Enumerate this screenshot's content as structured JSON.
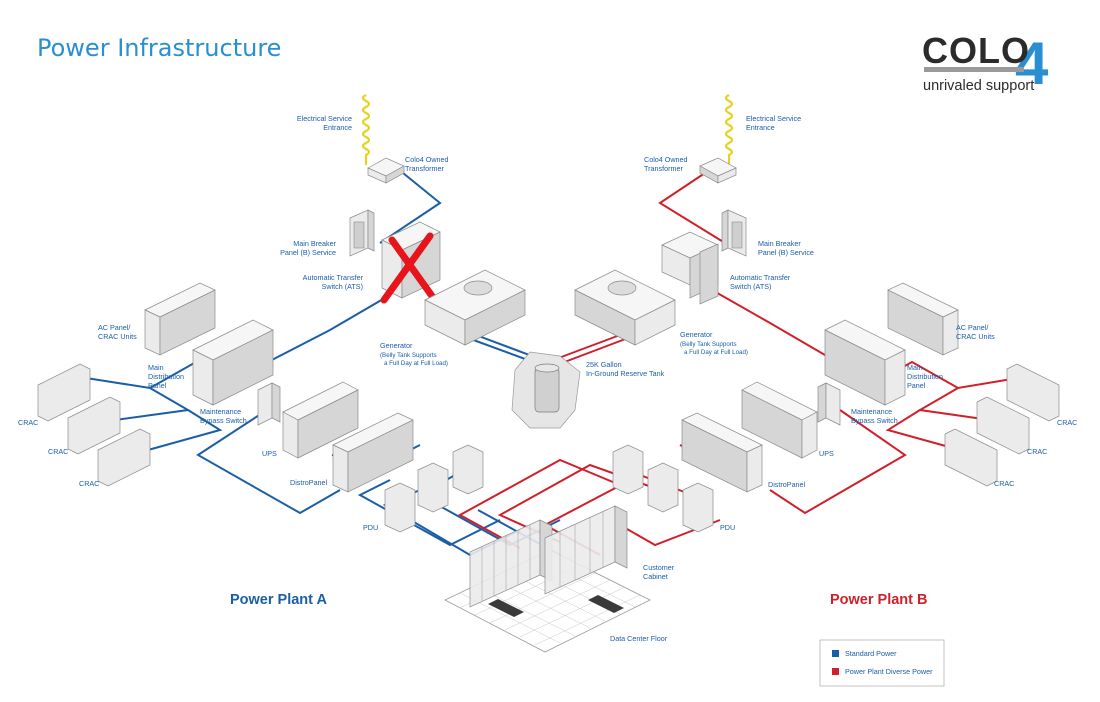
{
  "title": "Power Infrastructure",
  "logo": {
    "word": "COLO",
    "digit": "4",
    "tagline": "unrivaled support"
  },
  "colors": {
    "standard": "#1b5ea8",
    "diverse": "#d0202a",
    "title": "#2a8fd0",
    "failure_mark": "#e8141b"
  },
  "plant_a": {
    "name": "Power Plant A",
    "service_entrance": [
      "Electrical Service",
      "Entrance"
    ],
    "transformer": [
      "Colo4 Owned",
      "Transformer"
    ],
    "main_breaker": [
      "Main Breaker",
      "Panel (B) Service"
    ],
    "ats": [
      "Automatic Transfer",
      "Switch (ATS)"
    ],
    "generator": [
      "Generator",
      "(Belly Tank Supports",
      "a Full Day at Full Load)"
    ],
    "ac_panel": [
      "AC Panel/",
      "CRAC Units"
    ],
    "main_distribution": [
      "Main",
      "Distribution",
      "Panel"
    ],
    "maintenance_bypass": [
      "Maintenance",
      "Bypass Switch"
    ],
    "ups": "UPS",
    "distro_panel": "DistroPanel",
    "pdu": "PDU",
    "crac": [
      "CRAC",
      "CRAC",
      "CRAC"
    ]
  },
  "plant_b": {
    "name": "Power Plant B",
    "service_entrance": [
      "Electrical Service",
      "Entrance"
    ],
    "transformer": [
      "Colo4 Owned",
      "Transformer"
    ],
    "main_breaker": [
      "Main Breaker",
      "Panel (B) Service"
    ],
    "ats": [
      "Automatic Transfer",
      "Switch (ATS)"
    ],
    "generator": [
      "Generator",
      "(Belly Tank Supports",
      "a Full Day at Full Load)"
    ],
    "ac_panel": [
      "AC Panel/",
      "CRAC Units"
    ],
    "main_distribution": [
      "Main",
      "Distribution",
      "Panel"
    ],
    "maintenance_bypass": [
      "Maintenance",
      "Bypass Switch"
    ],
    "ups": "UPS",
    "distro_panel": "DistroPanel",
    "pdu": "PDU",
    "crac": [
      "CRAC",
      "CRAC",
      "CRAC"
    ]
  },
  "reserve_tank": [
    "25K Gallon",
    "In-Ground Reserve Tank"
  ],
  "customer_cabinet": [
    "Customer",
    "Cabinet"
  ],
  "data_center_floor": "Data Center Floor",
  "legend": {
    "standard": "Standard Power",
    "diverse": "Power Plant Diverse Power"
  }
}
